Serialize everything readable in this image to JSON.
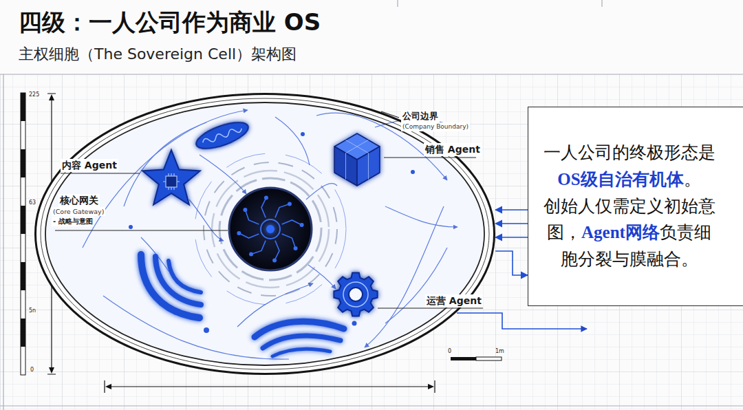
{
  "diagram": {
    "title": "四级：一人公司作为商业 OS",
    "nodes": [
      {
        "text": [
          "公司边界",
          "(Company Boundary)"
        ]
      },
      {
        "text": [
          "内容 Agent"
        ],
        "in": 0
      },
      {
        "text": [
          "销售 Agent"
        ],
        "in": 0
      },
      {
        "text": [
          "核心网关",
          "(Core Gateway)",
          "- 战略与意图"
        ],
        "in": 0
      },
      {
        "text": [
          "运营 Agent"
        ],
        "in": 0
      },
      {
        "text": [
          "一人公司的终极形态是",
          "OS级自治有机体",
          "。",
          "创始人仅需定义初始意图，",
          "Agent网络",
          "负责细胞分裂与膜融合。"
        ]
      }
    ],
    "edges": [
      {
        "from": 5,
        "to": 0,
        "arrow": "to"
      },
      {
        "from": 5,
        "to": 0,
        "arrow": "to"
      },
      {
        "from": 5,
        "to": 0,
        "arrow": "to"
      },
      {
        "from": 0,
        "to": 5,
        "arrow": "to"
      }
    ],
    "labels": [
      "主权细胞（The Sovereign Cell）架构图",
      "225",
      "63",
      "5n",
      "0",
      "0",
      "1m"
    ]
  }
}
